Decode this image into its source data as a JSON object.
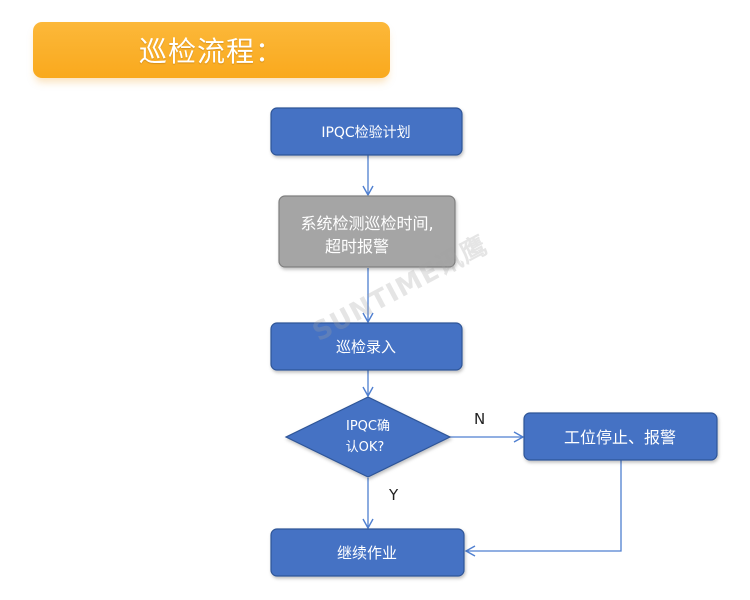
{
  "header": {
    "title": "巡检流程："
  },
  "colors": {
    "process_fill": "#4472c4",
    "process_stroke": "#2f5597",
    "system_fill": "#a5a5a5",
    "system_stroke": "#7f7f7f",
    "arrow": "#4f7fd0",
    "banner": "#f9a91d"
  },
  "flow": {
    "plan": "IPQC检验计划",
    "system_check_line1": "系统检测巡检时间,",
    "system_check_line2": "超时报警",
    "entry": "巡检录入",
    "decision_line1": "IPQC确",
    "decision_line2": "认OK?",
    "stop": "工位停止、报警",
    "continue": "继续作业",
    "label_no": "N",
    "label_yes": "Y"
  },
  "watermark": {
    "text": "SUNTIME讯鹰"
  }
}
